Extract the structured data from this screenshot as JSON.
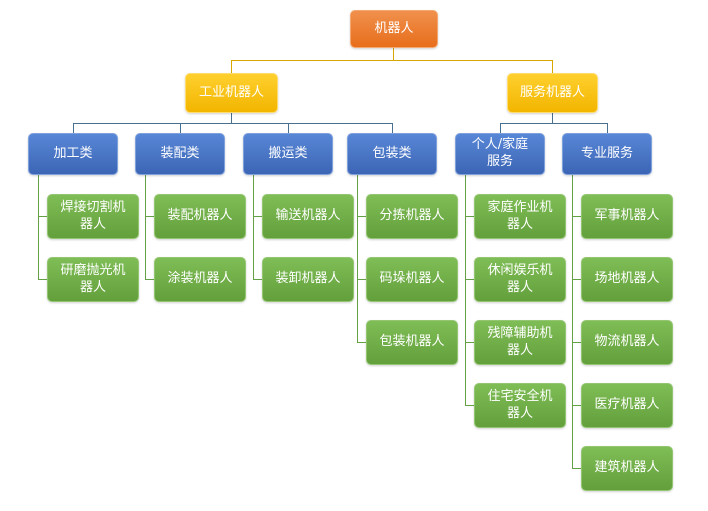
{
  "diagram": {
    "type": "org-chart",
    "tree": {
      "label": "机器人",
      "children": [
        {
          "label": "工业机器人",
          "children": [
            {
              "label": "加工类",
              "children": [
                {
                  "label": "焊接切割机器人"
                },
                {
                  "label": "研磨抛光机器人"
                }
              ]
            },
            {
              "label": "装配类",
              "children": [
                {
                  "label": "装配机器人"
                },
                {
                  "label": "涂装机器人"
                }
              ]
            },
            {
              "label": "搬运类",
              "children": [
                {
                  "label": "输送机器人"
                },
                {
                  "label": "装卸机器人"
                }
              ]
            },
            {
              "label": "包装类",
              "children": [
                {
                  "label": "分拣机器人"
                },
                {
                  "label": "码垛机器人"
                },
                {
                  "label": "包装机器人"
                }
              ]
            }
          ]
        },
        {
          "label": "服务机器人",
          "children": [
            {
              "label": "个人/家庭服务",
              "children": [
                {
                  "label": "家庭作业机器人"
                },
                {
                  "label": "休闲娱乐机器人"
                },
                {
                  "label": "残障辅助机器人"
                },
                {
                  "label": "住宅安全机器人"
                }
              ]
            },
            {
              "label": "专业服务",
              "children": [
                {
                  "label": "军事机器人"
                },
                {
                  "label": "场地机器人"
                },
                {
                  "label": "物流机器人"
                },
                {
                  "label": "医疗机器人"
                },
                {
                  "label": "建筑机器人"
                }
              ]
            }
          ]
        }
      ]
    },
    "colors": {
      "root_fill": "#ED7D31",
      "level2_fill": "#FFC000",
      "level3_fill": "#4472C4",
      "level4_fill": "#70AD47",
      "connector_root": "#D9A702",
      "connector_level2": "#4A7090",
      "connector_level3": "#64A145",
      "text": "#FFFFFF",
      "background": "#FFFFFF"
    }
  }
}
